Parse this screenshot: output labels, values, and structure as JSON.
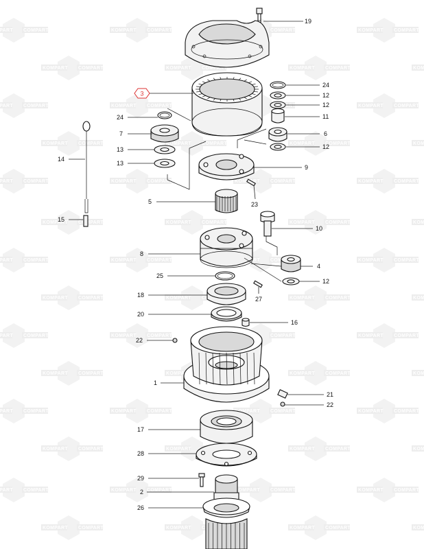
{
  "watermark": {
    "text_a": "KOMPART",
    "text_b": "COMPART"
  },
  "highlight_color": "#dd3333",
  "labels": {
    "l19": "19",
    "l24a": "24",
    "l12a": "12",
    "l12b": "12",
    "l11": "11",
    "l3": "3",
    "l24b": "24",
    "l7": "7",
    "l13a": "13",
    "l13b": "13",
    "l6": "6",
    "l12c": "12",
    "l9": "9",
    "l14": "14",
    "l5": "5",
    "l23": "23",
    "l15": "15",
    "l10": "10",
    "l8": "8",
    "l4": "4",
    "l25": "25",
    "l12d": "12",
    "l18": "18",
    "l27": "27",
    "l20": "20",
    "l16": "16",
    "l22a": "22",
    "l1": "1",
    "l21": "21",
    "l22b": "22",
    "l17": "17",
    "l28": "28",
    "l29": "29",
    "l2": "2",
    "l26": "26"
  }
}
